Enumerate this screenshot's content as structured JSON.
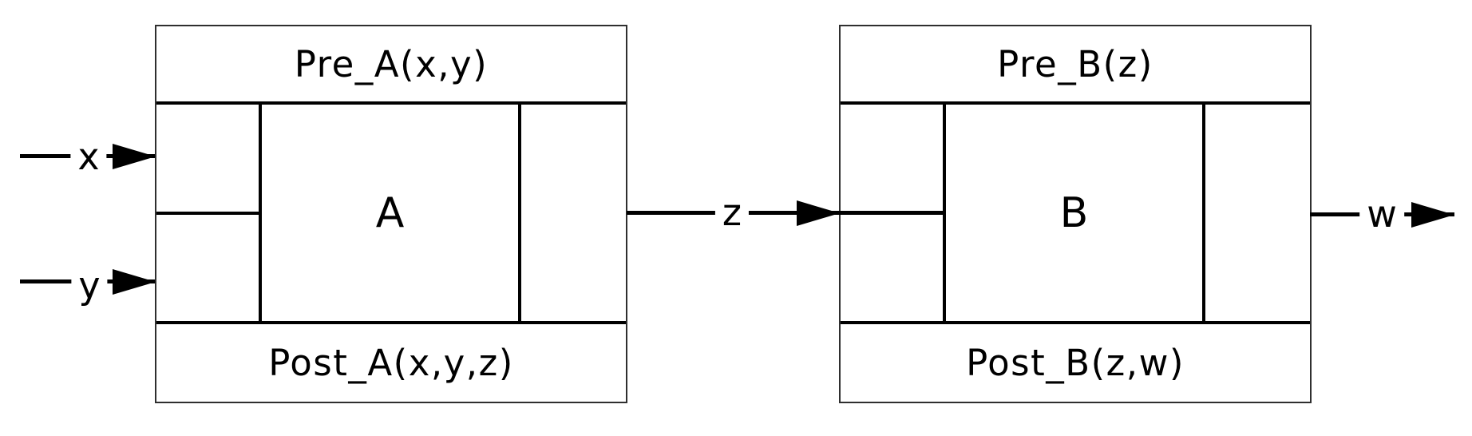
{
  "diagram": {
    "blocks": [
      {
        "id": "A",
        "pre_label": "Pre_A(x,y)",
        "name": "A",
        "post_label": "Post_A(x,y,z)"
      },
      {
        "id": "B",
        "pre_label": "Pre_B(z)",
        "name": "B",
        "post_label": "Post_B(z,w)"
      }
    ],
    "wires": {
      "input_x": "x",
      "input_y": "y",
      "connector_z": "z",
      "output_w": "w"
    },
    "colors": {
      "line": "#000000",
      "border": "#2f2f2f",
      "background": "#ffffff",
      "text": "#000000"
    }
  }
}
